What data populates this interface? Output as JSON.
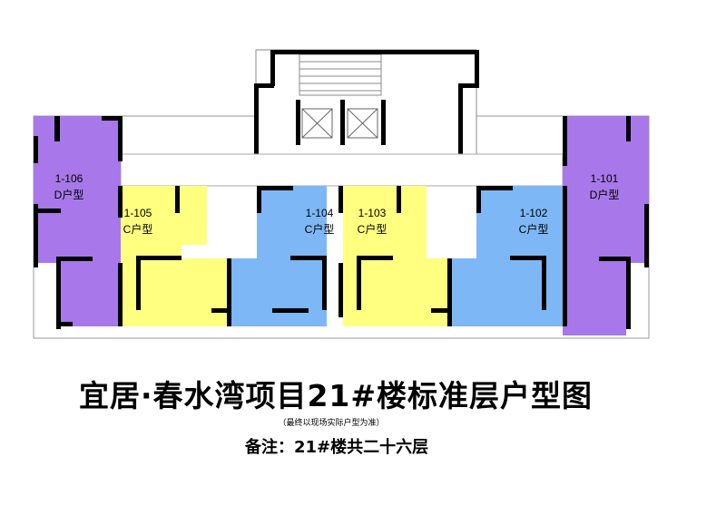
{
  "colors": {
    "unit_d": "#a878ea",
    "unit_c_yellow": "#ffff80",
    "unit_c_blue": "#7db7f6",
    "wall": "#000000"
  },
  "units": [
    {
      "number": "1-106",
      "type": "D户型"
    },
    {
      "number": "1-105",
      "type": "C户型"
    },
    {
      "number": "1-104",
      "type": "C户型"
    },
    {
      "number": "1-103",
      "type": "C户型"
    },
    {
      "number": "1-102",
      "type": "C户型"
    },
    {
      "number": "1-101",
      "type": "D户型"
    }
  ],
  "title": "宜居·春水湾项目21#楼标准层户型图",
  "subtitle": "（最终以现场实际户型为准）",
  "note": "备注：21#楼共二十六层"
}
